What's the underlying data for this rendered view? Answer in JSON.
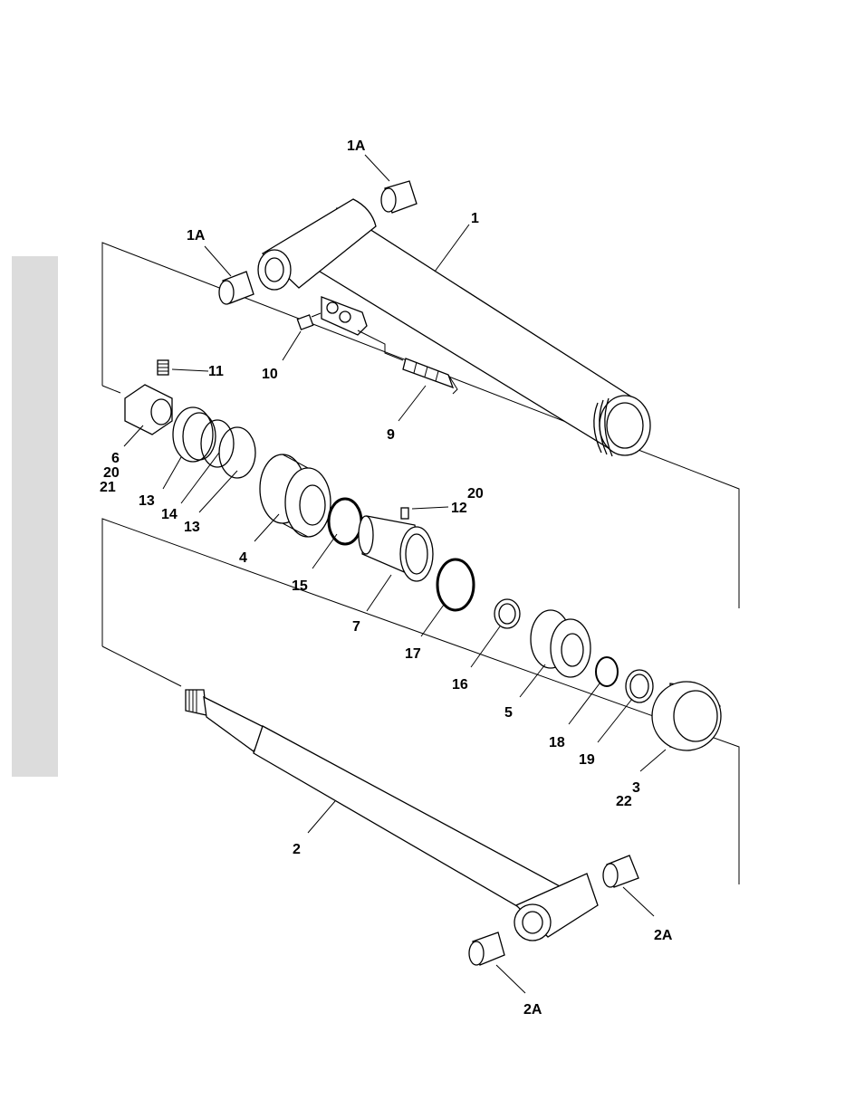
{
  "labels": {
    "l1A_top": "1A",
    "l1": "1",
    "l1A_left": "1A",
    "l11": "11",
    "l10": "10",
    "l9": "9",
    "l6": "6",
    "l20a": "20",
    "l21": "21",
    "l13a": "13",
    "l14": "14",
    "l13b": "13",
    "l4": "4",
    "l20b": "20",
    "l12": "12",
    "l15": "15",
    "l7": "7",
    "l17": "17",
    "l16": "16",
    "l5": "5",
    "l18": "18",
    "l19": "19",
    "l3": "3",
    "l22": "22",
    "l2": "2",
    "l2A_right": "2A",
    "l2A_bottom": "2A"
  }
}
